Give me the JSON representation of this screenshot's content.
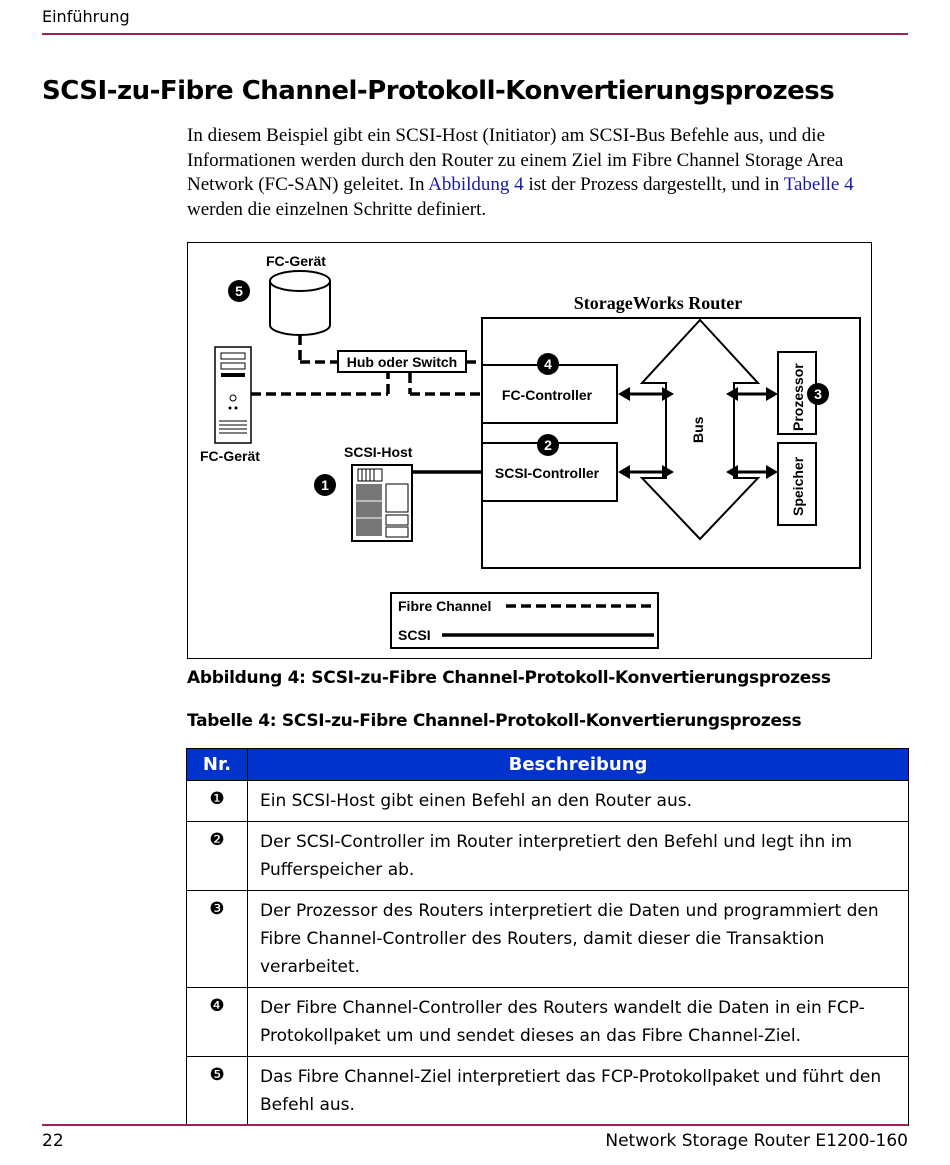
{
  "header": {
    "section": "Einführung"
  },
  "title": "SCSI-zu-Fibre Channel-Protokoll-Konvertierungsprozess",
  "intro": {
    "part1": "In diesem Beispiel gibt ein SCSI-Host (Initiator) am SCSI-Bus Befehle aus, und die Informationen werden durch den Router zu einem Ziel im Fibre Channel Storage Area Network (FC-SAN) geleitet. In ",
    "link1": "Abbildung 4",
    "part2": " ist der Prozess dargestellt, und in ",
    "link2": "Tabelle 4",
    "part3": " werden die einzelnen Schritte definiert."
  },
  "diagram": {
    "fc_device_top": "FC-Gerät",
    "fc_device_left": "FC-Gerät",
    "router_title": "StorageWorks Router",
    "hub_switch": "Hub oder Switch",
    "fc_controller": "FC-Controller",
    "scsi_controller": "SCSI-Controller",
    "scsi_host": "SCSI-Host",
    "bus": "Bus",
    "processor": "Prozessor",
    "memory": "Speicher",
    "badges": [
      "1",
      "2",
      "3",
      "4",
      "5"
    ],
    "legend": {
      "fibre": "Fibre Channel",
      "scsi": "SCSI"
    }
  },
  "figure_caption": "Abbildung 4:  SCSI-zu-Fibre Channel-Protokoll-Konvertierungsprozess",
  "table_caption": "Tabelle 4:  SCSI-zu-Fibre Channel-Protokoll-Konvertierungsprozess",
  "table": {
    "headers": [
      "Nr.",
      "Beschreibung"
    ],
    "rows": [
      {
        "num": "❶",
        "text": "Ein SCSI-Host gibt einen Befehl an den Router aus."
      },
      {
        "num": "❷",
        "text": "Der SCSI-Controller im Router interpretiert den Befehl und legt ihn im Pufferspeicher ab."
      },
      {
        "num": "❸",
        "text": "Der Prozessor des Routers interpretiert die Daten und programmiert den Fibre Channel-Controller des Routers, damit dieser die Transaktion verarbeitet."
      },
      {
        "num": "❹",
        "text": "Der Fibre Channel-Controller des Routers wandelt die Daten in ein FCP-Protokollpaket um und sendet dieses an das Fibre Channel-Ziel."
      },
      {
        "num": "❺",
        "text": "Das Fibre Channel-Ziel interpretiert das FCP-Protokollpaket und führt den Befehl aus."
      }
    ]
  },
  "footer": {
    "page": "22",
    "product": "Network Storage Router E1200-160"
  },
  "colors": {
    "rule": "#a0205a",
    "table_header": "#0033cc",
    "link": "#1a1aa6"
  }
}
